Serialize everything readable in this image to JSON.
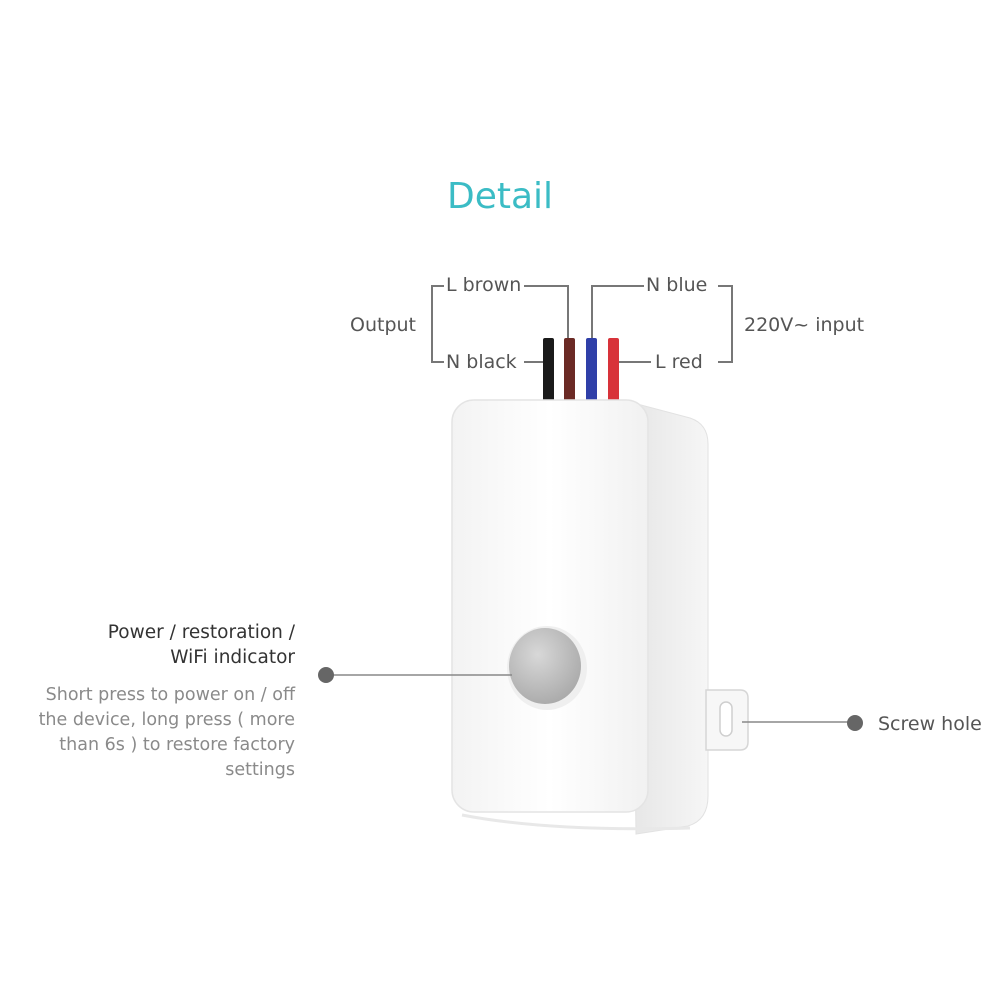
{
  "title": "Detail",
  "wires": {
    "l_brown": "L brown",
    "n_black": "N black",
    "n_blue": "N blue",
    "l_red": "L red",
    "output": "Output",
    "input": "220V~ input"
  },
  "colors": {
    "title": "#3bbcc5",
    "wire_black": "#1a1a1a",
    "wire_brown": "#6b2a25",
    "wire_blue": "#2f3fa8",
    "wire_red": "#d8333a"
  },
  "callouts": {
    "power": {
      "title_line1": "Power / restoration /",
      "title_line2": "WiFi indicator",
      "desc_line1": "Short press to power on / off",
      "desc_line2": "the device, long press ( more",
      "desc_line3": "than 6s ) to restore factory",
      "desc_line4": "settings"
    },
    "screw": "Screw hole"
  }
}
